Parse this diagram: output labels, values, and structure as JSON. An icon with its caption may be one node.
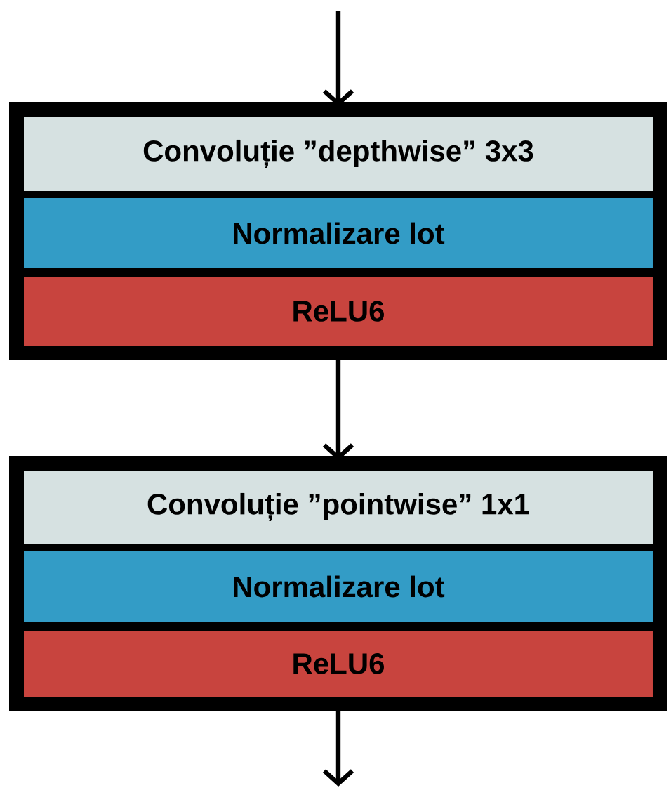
{
  "diagram": {
    "nodes": [
      {
        "text": [],
        "shape": "box"
      },
      {
        "text": [
          "Convoluție ”depthwise” 3x3"
        ],
        "in": 0
      },
      {
        "text": [
          "Normalizare lot"
        ],
        "in": 0
      },
      {
        "text": [
          "ReLU6"
        ],
        "in": 0
      },
      {
        "text": [],
        "shape": "box"
      },
      {
        "text": [
          "Convoluție ”pointwise” 1x1"
        ],
        "in": 4
      },
      {
        "text": [
          "Normalizare lot"
        ],
        "in": 4
      },
      {
        "text": [
          "ReLU6"
        ],
        "in": 4
      }
    ],
    "edges": [
      {
        "from": null,
        "to": 0,
        "arrow": "to"
      },
      {
        "from": 0,
        "to": 4,
        "arrow": "to"
      },
      {
        "from": 4,
        "to": null,
        "arrow": "to"
      }
    ]
  }
}
